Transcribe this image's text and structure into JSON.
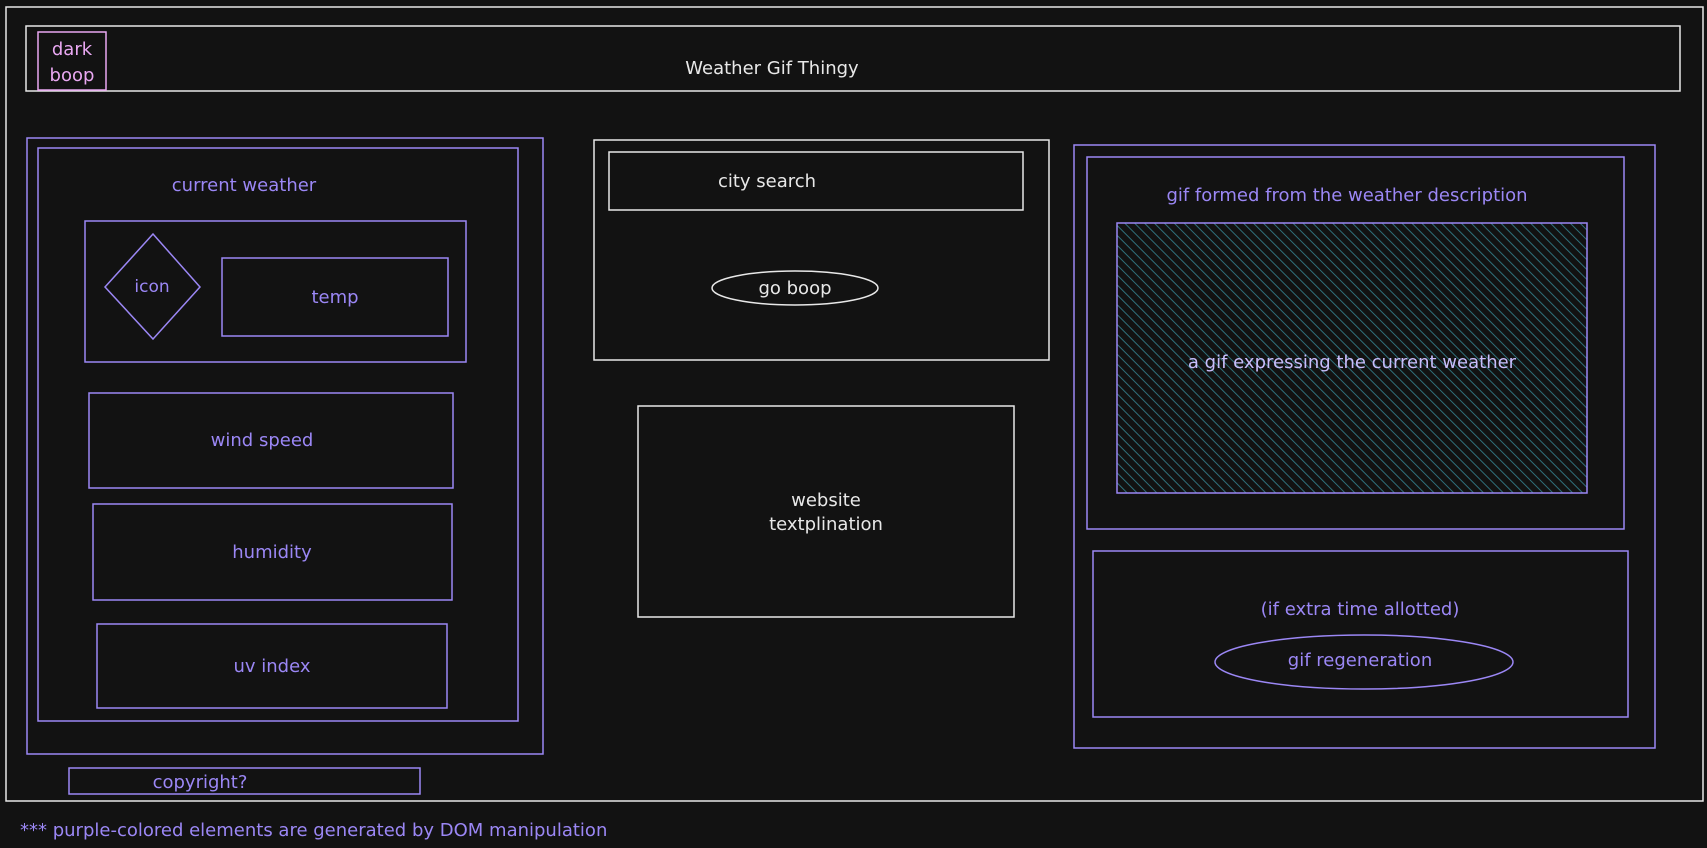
{
  "colors": {
    "background": "#121212",
    "white": "#e8e8e8",
    "purple": "#9b87f5",
    "pink": "#e9a8f2",
    "hatch": "#2f6f7a"
  },
  "header": {
    "toggle_lines": [
      "dark",
      "boop"
    ],
    "title": "Weather Gif Thingy"
  },
  "current_weather": {
    "heading": "current weather",
    "icon_label": "icon",
    "temp_label": "temp",
    "wind_label": "wind speed",
    "humidity_label": "humidity",
    "uv_label": "uv index"
  },
  "search": {
    "city_label": "city search",
    "button_label": "go boop"
  },
  "explanation": {
    "lines": [
      "website",
      "textplination"
    ]
  },
  "gif_panel": {
    "heading": "gif formed from the weather description",
    "gif_label": "a gif expressing the current weather",
    "extra_note": "(if extra time allotted)",
    "regen_label": "gif regeneration"
  },
  "footer": {
    "copyright": "copyright?"
  },
  "legend_note": "*** purple-colored elements are generated by DOM manipulation"
}
